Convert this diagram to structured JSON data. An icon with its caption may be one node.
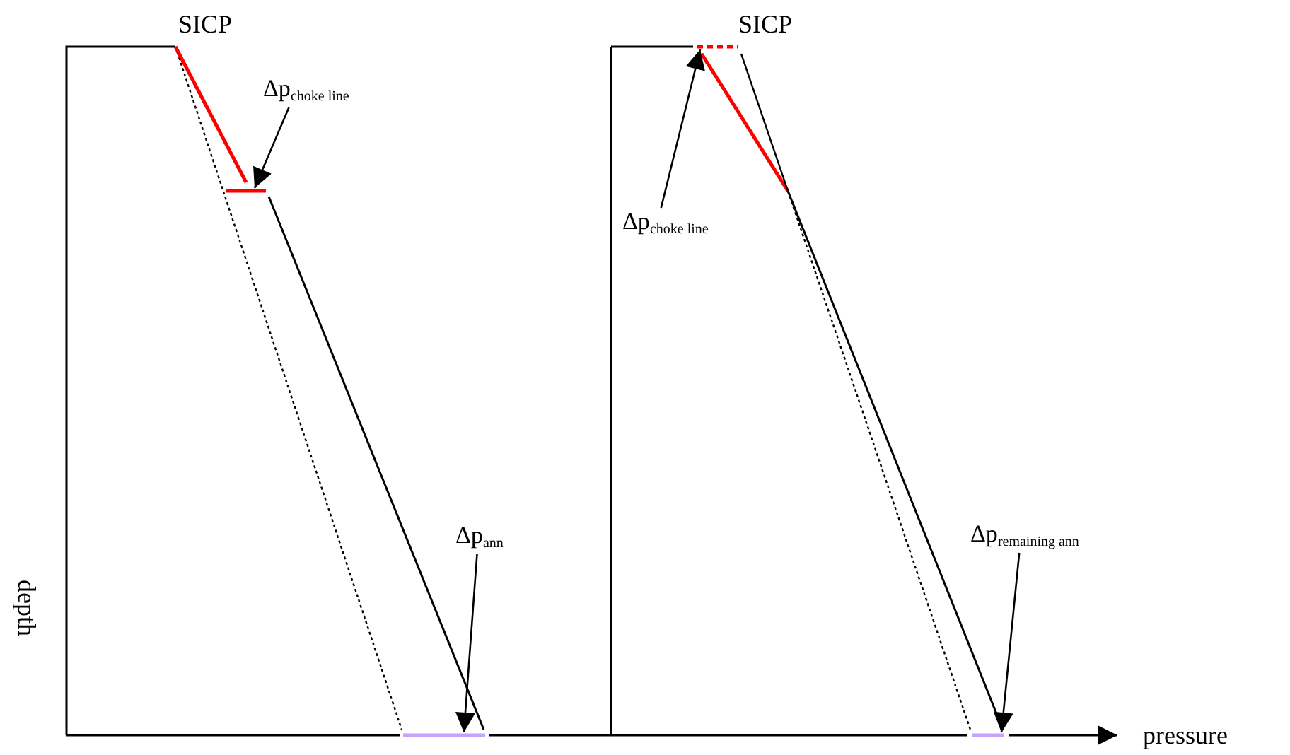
{
  "diagram": {
    "nodes": [
      {
        "text": [
          "Δp$_{choke line}$"
        ]
      },
      {
        "text": [],
        "shape": "bar"
      },
      {
        "text": [
          "Δp$_{ann}$"
        ]
      },
      {
        "text": [],
        "shape": "bar"
      },
      {
        "text": [
          "Δp$_{choke line}$"
        ]
      },
      {
        "text": [],
        "shape": "bar"
      },
      {
        "text": [
          "Δp$_{remaining ann}$"
        ]
      },
      {
        "text": [],
        "shape": "bar"
      }
    ],
    "edges": [
      {
        "from": 0,
        "to": 1,
        "arrow": "to"
      },
      {
        "from": 2,
        "to": 3,
        "arrow": "to"
      },
      {
        "from": 4,
        "to": 5,
        "arrow": "to"
      },
      {
        "from": 6,
        "to": 7,
        "arrow": "to"
      }
    ],
    "labels": [
      "SICP",
      "SICP",
      "depth",
      "pressure"
    ]
  }
}
